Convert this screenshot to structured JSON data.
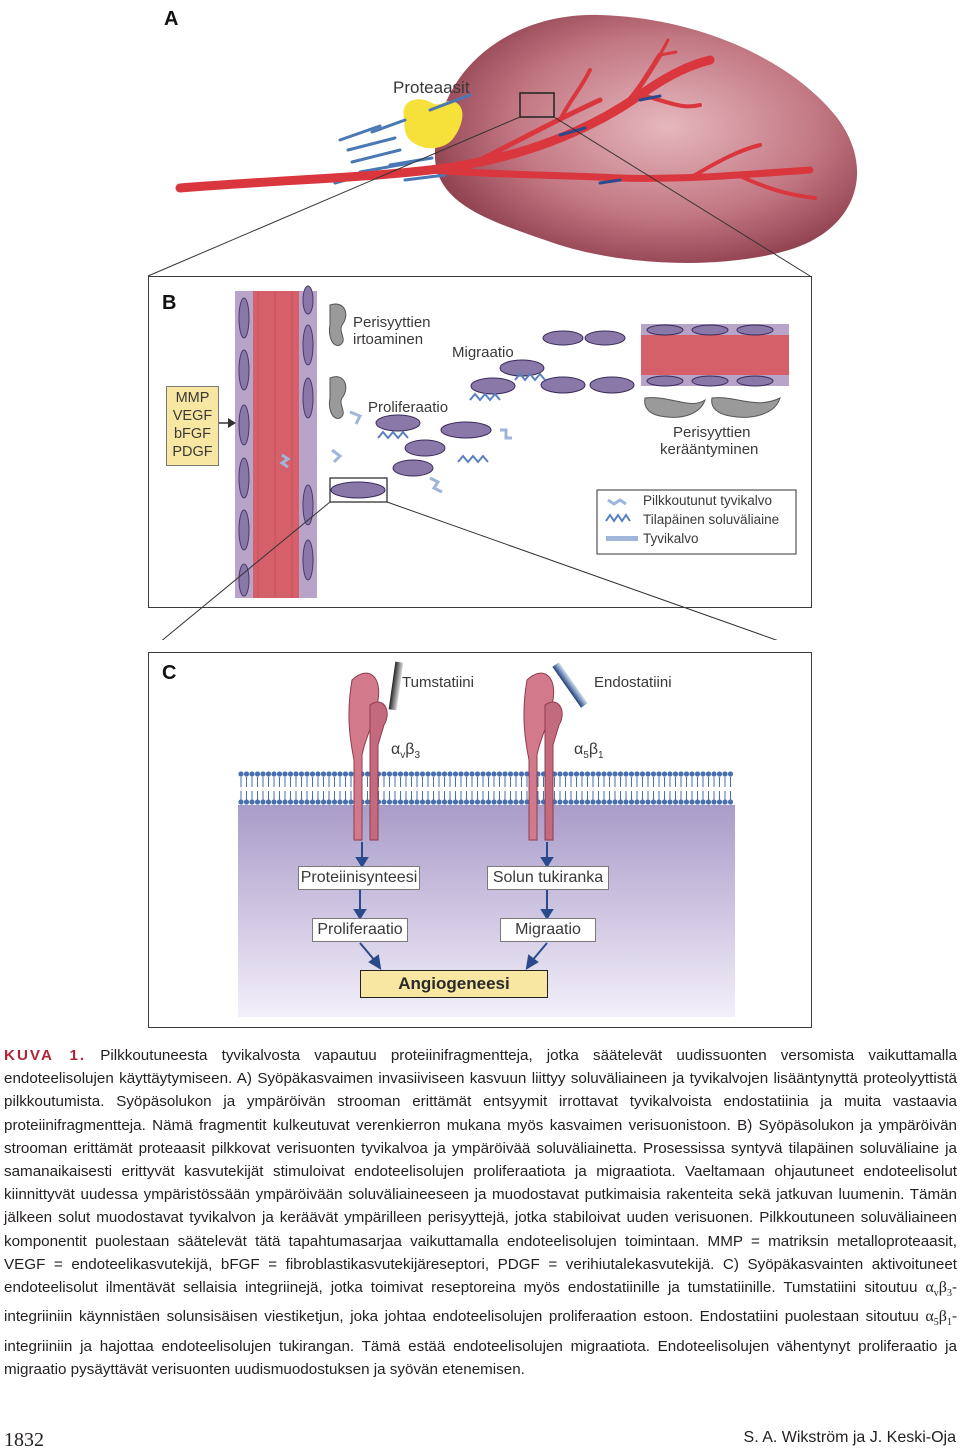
{
  "panel_a": {
    "letter": "A",
    "proteases_label": "Proteaasit"
  },
  "panel_b": {
    "letter": "B",
    "factors": [
      "MMP",
      "VEGF",
      "bFGF",
      "PDGF"
    ],
    "pericyte_detach": [
      "Perisyyttien",
      "irtoaminen"
    ],
    "migration": "Migraatio",
    "proliferation": "Proliferaatio",
    "pericyte_recruit": [
      "Perisyyttien",
      "kerääntyminen"
    ],
    "legend": [
      "Pilkkoutunut tyvikalvo",
      "Tilapäinen soluväliaine",
      "Tyvikalvo"
    ]
  },
  "panel_c": {
    "letter": "C",
    "tumstatin": "Tumstatiini",
    "endostatin": "Endostatiini",
    "integrin1": {
      "a": "α",
      "a_sub": "v",
      "b": "β",
      "b_sub": "3"
    },
    "integrin2": {
      "a": "α",
      "a_sub": "5",
      "b": "β",
      "b_sub": "1"
    },
    "box_protein": "Proteiinisynteesi",
    "box_cytoskeleton": "Solun tukiranka",
    "box_proliferation": "Proliferaatio",
    "box_migration": "Migraatio",
    "box_angiogenesis": "Angiogeneesi"
  },
  "caption": {
    "label": "KUVA 1.",
    "p1": "Pilkkoutuneesta tyvikalvosta vapautuu proteiinifragmentteja, jotka säätelevät uudissuonten versomista vaikuttamalla endoteelisolujen käyttäytymiseen. A) Syöpäkasvaimen invasiiviseen kasvuun liittyy soluväliaineen ja tyvikalvojen lisääntynyttä proteolyyttistä pilkkoutumista. Syöpäsolukon ja ympäröivän strooman erittämät entsyymit irrottavat tyvikalvoista endostatiinia ja muita vastaavia proteiinifragmentteja. Nämä fragmentit kulkeutuvat verenkierron mukana myös kasvaimen verisuonistoon. B) Syöpäsolukon ja ympäröivän strooman erittämät proteaasit pilkkovat verisuonten tyvikalvoa ja ympäröivää soluväliainetta. Prosessissa syntyvä tilapäinen soluväliaine ja samanaikaisesti erittyvät kasvutekijät stimuloivat endoteelisolujen proliferaatiota ja migraatiota. Vaeltamaan ohjautuneet endoteelisolut kiinnittyvät uudessa ympäristössään ympäröivään soluväliaineeseen ja muodostavat putkimaisia rakenteita sekä jatkuvan luumenin. Tämän jälkeen solut muodostavat tyvikalvon ja keräävät ympärilleen perisyyttejä, jotka stabiloivat uuden verisuonen. Pilkkoutuneen soluväliaineen komponentit puolestaan säätelevät tätä tapahtumasarjaa vaikuttamalla endoteelisolujen toimintaan. MMP = matriksin metalloproteaasit, VEGF = endoteelikasvutekijä, bFGF = fibroblastikasvutekijäreseptori, PDGF = verihiutalekasvutekijä. C) Syöpäkasvainten aktivoituneet endoteelisolut ilmentävät sellaisia integriinejä, jotka toimivat reseptoreina myös endostatiinille ja tumstatiinille. Tumstatiini sitoutuu ",
    "p2": "-integriiniin käynnistäen solunsisäisen viestiketjun, joka johtaa endoteelisolujen proliferaation estoon. Endostatiini puolestaan sitoutuu ",
    "p3": "-integriiniin ja hajottaa endoteelisolujen tukirangan. Tämä estää endoteelisolujen migraatiota. Endoteelisolujen vähentynyt proliferaatio ja migraatio pysäyttävät verisuonten uudismuodostuksen ja syövän etenemisen."
  },
  "footer": {
    "page": "1832",
    "authors": "S. A. Wikström ja J. Keski-Oja"
  }
}
